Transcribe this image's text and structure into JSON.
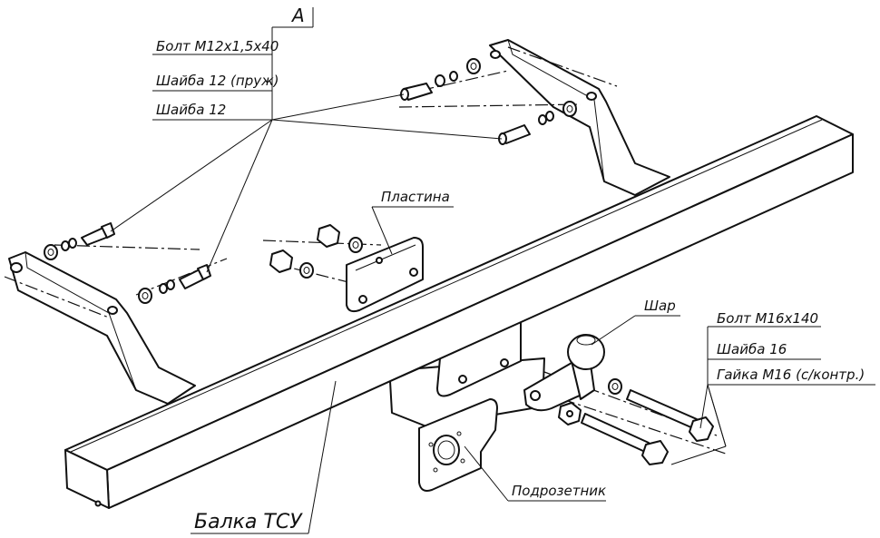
{
  "section_marker": "А",
  "labels": {
    "bolt_m12": "Болт М12х1,5х40",
    "washer_12_spring": "Шайба 12 (пруж)",
    "washer_12": "Шайба 12",
    "plate": "Пластина",
    "ball": "Шар",
    "bolt_m16": "Болт М16х140",
    "washer_16": "Шайба 16",
    "nut_m16": "Гайка М16 (с/контр.)",
    "socket_plate": "Подрозетник",
    "beam": "Балка ТСУ"
  }
}
